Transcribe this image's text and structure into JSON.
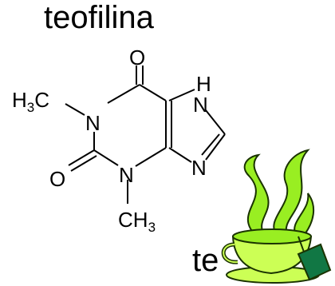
{
  "title": "teofilina",
  "caption": "te",
  "molecule": {
    "methyl_top": "H3C",
    "methyl_bottom": "CH3",
    "methyl_bottom_label": "CH",
    "methyl_sub": "3",
    "methyl_top_label": "H",
    "methyl_top_sub": "3",
    "methyl_top_C": "C",
    "n1": "N",
    "n3": "N",
    "n7": "N",
    "n9": "N",
    "h7": "H",
    "o_top": "O",
    "o_left": "O"
  },
  "colors": {
    "steam": "#99ee22",
    "cup": "#ccff55",
    "outline": "#1a3300",
    "tag": "#117744"
  }
}
